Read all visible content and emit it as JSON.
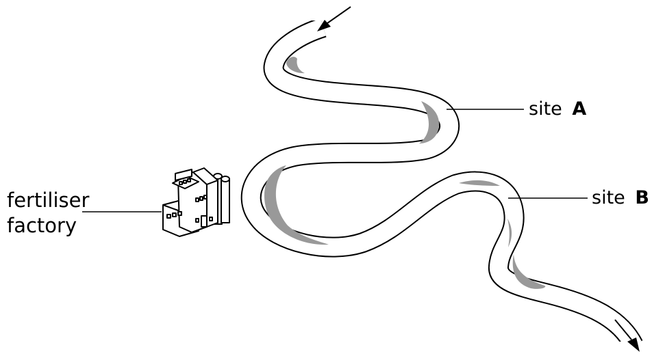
{
  "labels": {
    "factory_line1": "fertiliser",
    "factory_line2": "factory",
    "site_a_prefix": "site",
    "site_a_letter": "A",
    "site_b_prefix": "site",
    "site_b_letter": "B"
  },
  "colors": {
    "ink": "#000000",
    "background": "#ffffff",
    "sediment_shading": "#999999"
  },
  "icons": {
    "factory": "factory-building-with-silos-icon",
    "flow_arrows": "river-flow-direction-arrow-icon"
  }
}
